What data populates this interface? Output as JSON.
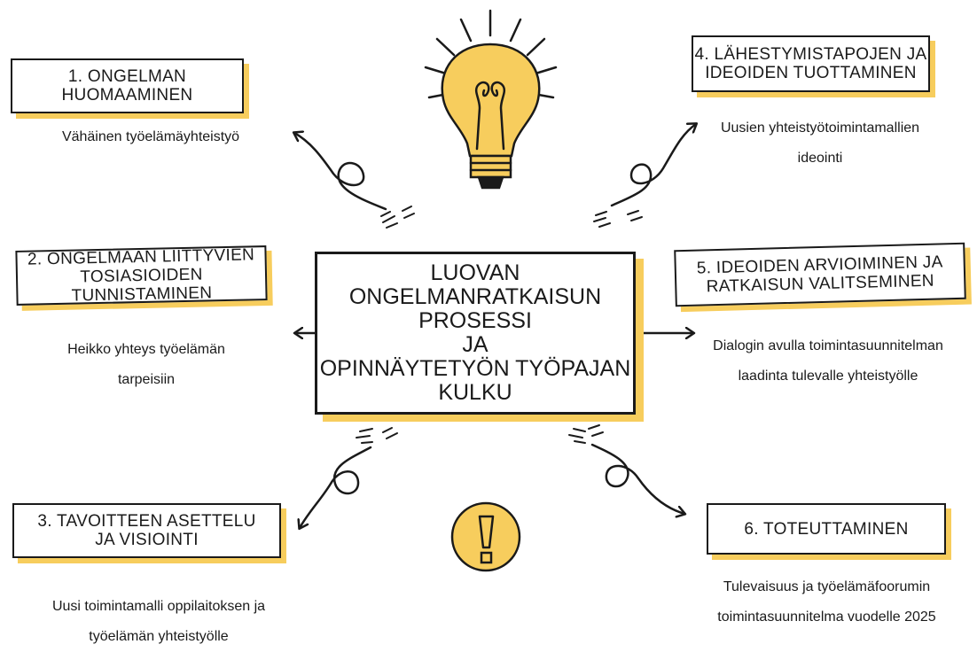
{
  "center": {
    "lines": [
      "LUOVAN ONGELMANRATKAISUN",
      "PROSESSI",
      "JA",
      "OPINNÄYTETYÖN TYÖPAJAN",
      "KULKU"
    ]
  },
  "steps": [
    {
      "title_lines": [
        "1. ONGELMAN",
        "HUOMAAMINEN"
      ],
      "note_lines": [
        "Vähäinen työelämäyhteistyö"
      ]
    },
    {
      "title_lines": [
        "2. ONGELMAAN LIITTYVIEN",
        "TOSIASIOIDEN TUNNISTAMINEN"
      ],
      "note_lines": [
        "Heikko yhteys työelämän",
        "tarpeisiin"
      ]
    },
    {
      "title_lines": [
        "3. TAVOITTEEN ASETTELU",
        "JA VISIOINTI"
      ],
      "note_lines": [
        "Uusi toimintamalli oppilaitoksen ja",
        "työelämän yhteistyölle"
      ]
    },
    {
      "title_lines": [
        "4. LÄHESTYMISTAPOJEN JA",
        "IDEOIDEN TUOTTAMINEN"
      ],
      "note_lines": [
        "Uusien yhteistyötoimintamallien",
        "ideointi"
      ]
    },
    {
      "title_lines": [
        "5. IDEOIDEN ARVIOIMINEN JA",
        "RATKAISUN VALITSEMINEN"
      ],
      "note_lines": [
        "Dialogin avulla toimintasuunnitelman",
        "laadinta tulevalle yhteistyölle"
      ]
    },
    {
      "title_lines": [
        "6. TOTEUTTAMINEN"
      ],
      "note_lines": [
        "Tulevaisuus ja työelämäfoorumin",
        "toimintasuunnitelma vuodelle 2025"
      ]
    }
  ],
  "icons": [
    "lightbulb-icon",
    "exclamation-icon",
    "curly-arrow-icon"
  ],
  "colors": {
    "accent_yellow": "#f7cd5d",
    "ink": "#1a1a1a",
    "background": "#ffffff"
  }
}
